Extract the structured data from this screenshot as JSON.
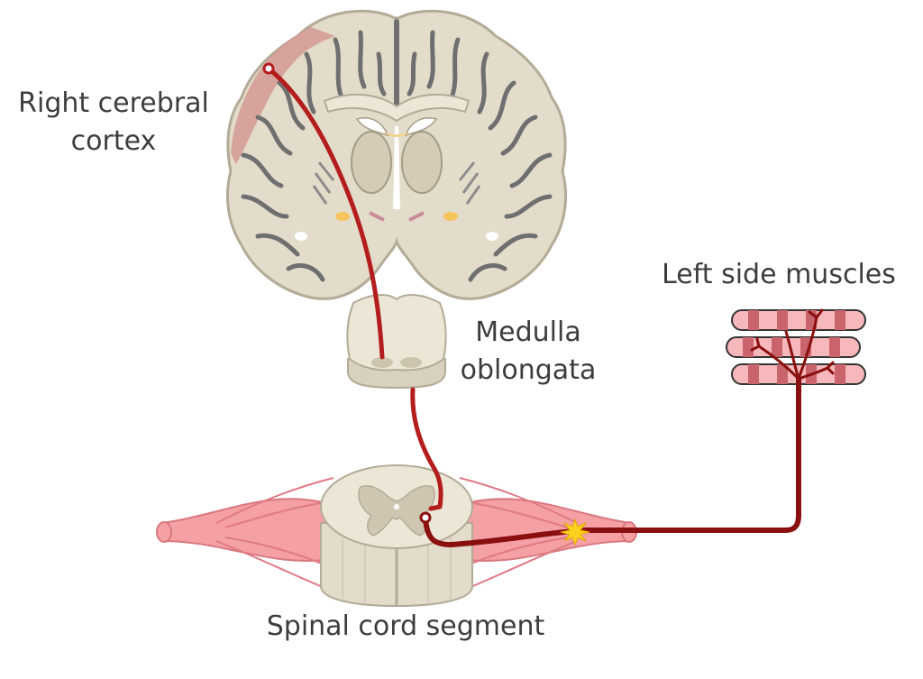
{
  "labels": {
    "cortex_line1": "Right cerebral",
    "cortex_line2": "cortex",
    "medulla_line1": "Medulla",
    "medulla_line2": "oblongata",
    "muscles": "Left side muscles",
    "spinal": "Spinal cord segment"
  },
  "colors": {
    "tissue": "#e3dccb",
    "tissue_outline": "#b3ab97",
    "sulcus": "#6f6f6f",
    "pathway": "#b41d1d",
    "pathway_dark": "#8a0f0f",
    "nerve_pink": "#f4a0a5",
    "muscle_pink": "#f7b8bc",
    "muscle_dark": "#c9636c",
    "synapse": "#ffd21f",
    "text": "#3d3d3d"
  }
}
